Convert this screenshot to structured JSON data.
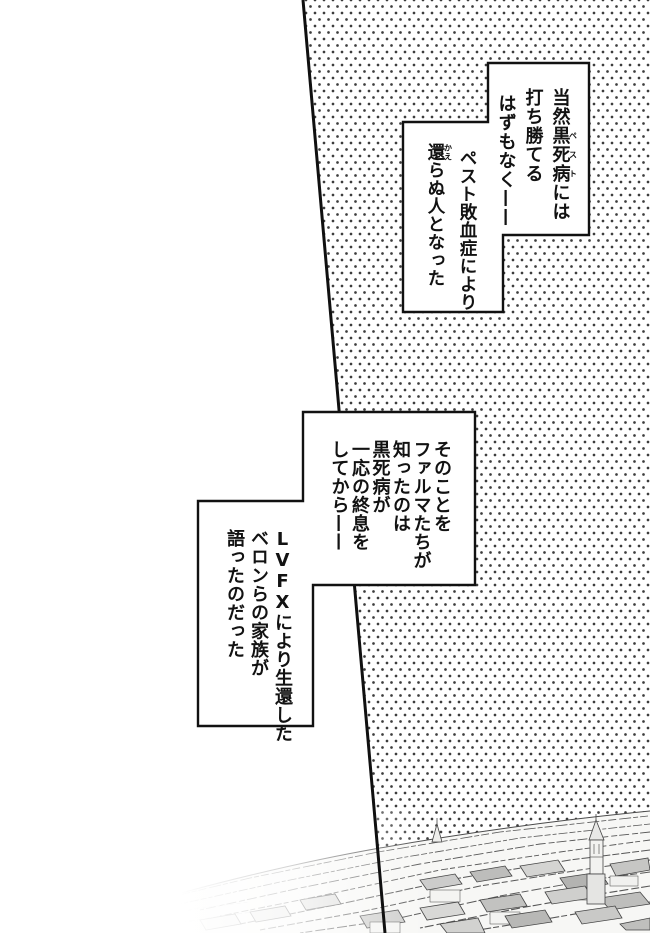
{
  "balloon_top": {
    "col1_pre": "当然",
    "col1_ruby_base": "黒死病",
    "col1_ruby_text": "ペスト",
    "col1_post": "には",
    "col2": "打ち勝てる",
    "col3": "はずもなく——",
    "col4": "ペスト敗血症により",
    "col5_ruby_base": "還",
    "col5_ruby_text": "かえ",
    "col5_post": "らぬ人となった"
  },
  "balloon_mid": {
    "col1": "そのことを",
    "col2": "ファルマたちが",
    "col3": "知ったのは",
    "col4": "黒死病が",
    "col5": "一応の終息を",
    "col6": "してから——",
    "col7_latin": "LVFX",
    "col7_rest": "により生還した",
    "col8": "ベロンらの家族が",
    "col9": "語ったのだった"
  },
  "colors": {
    "ink": "#121212",
    "screentone_dot": "#3d3d3d",
    "balloon_fill": "#ffffff",
    "balloon_stroke": "#111111"
  }
}
